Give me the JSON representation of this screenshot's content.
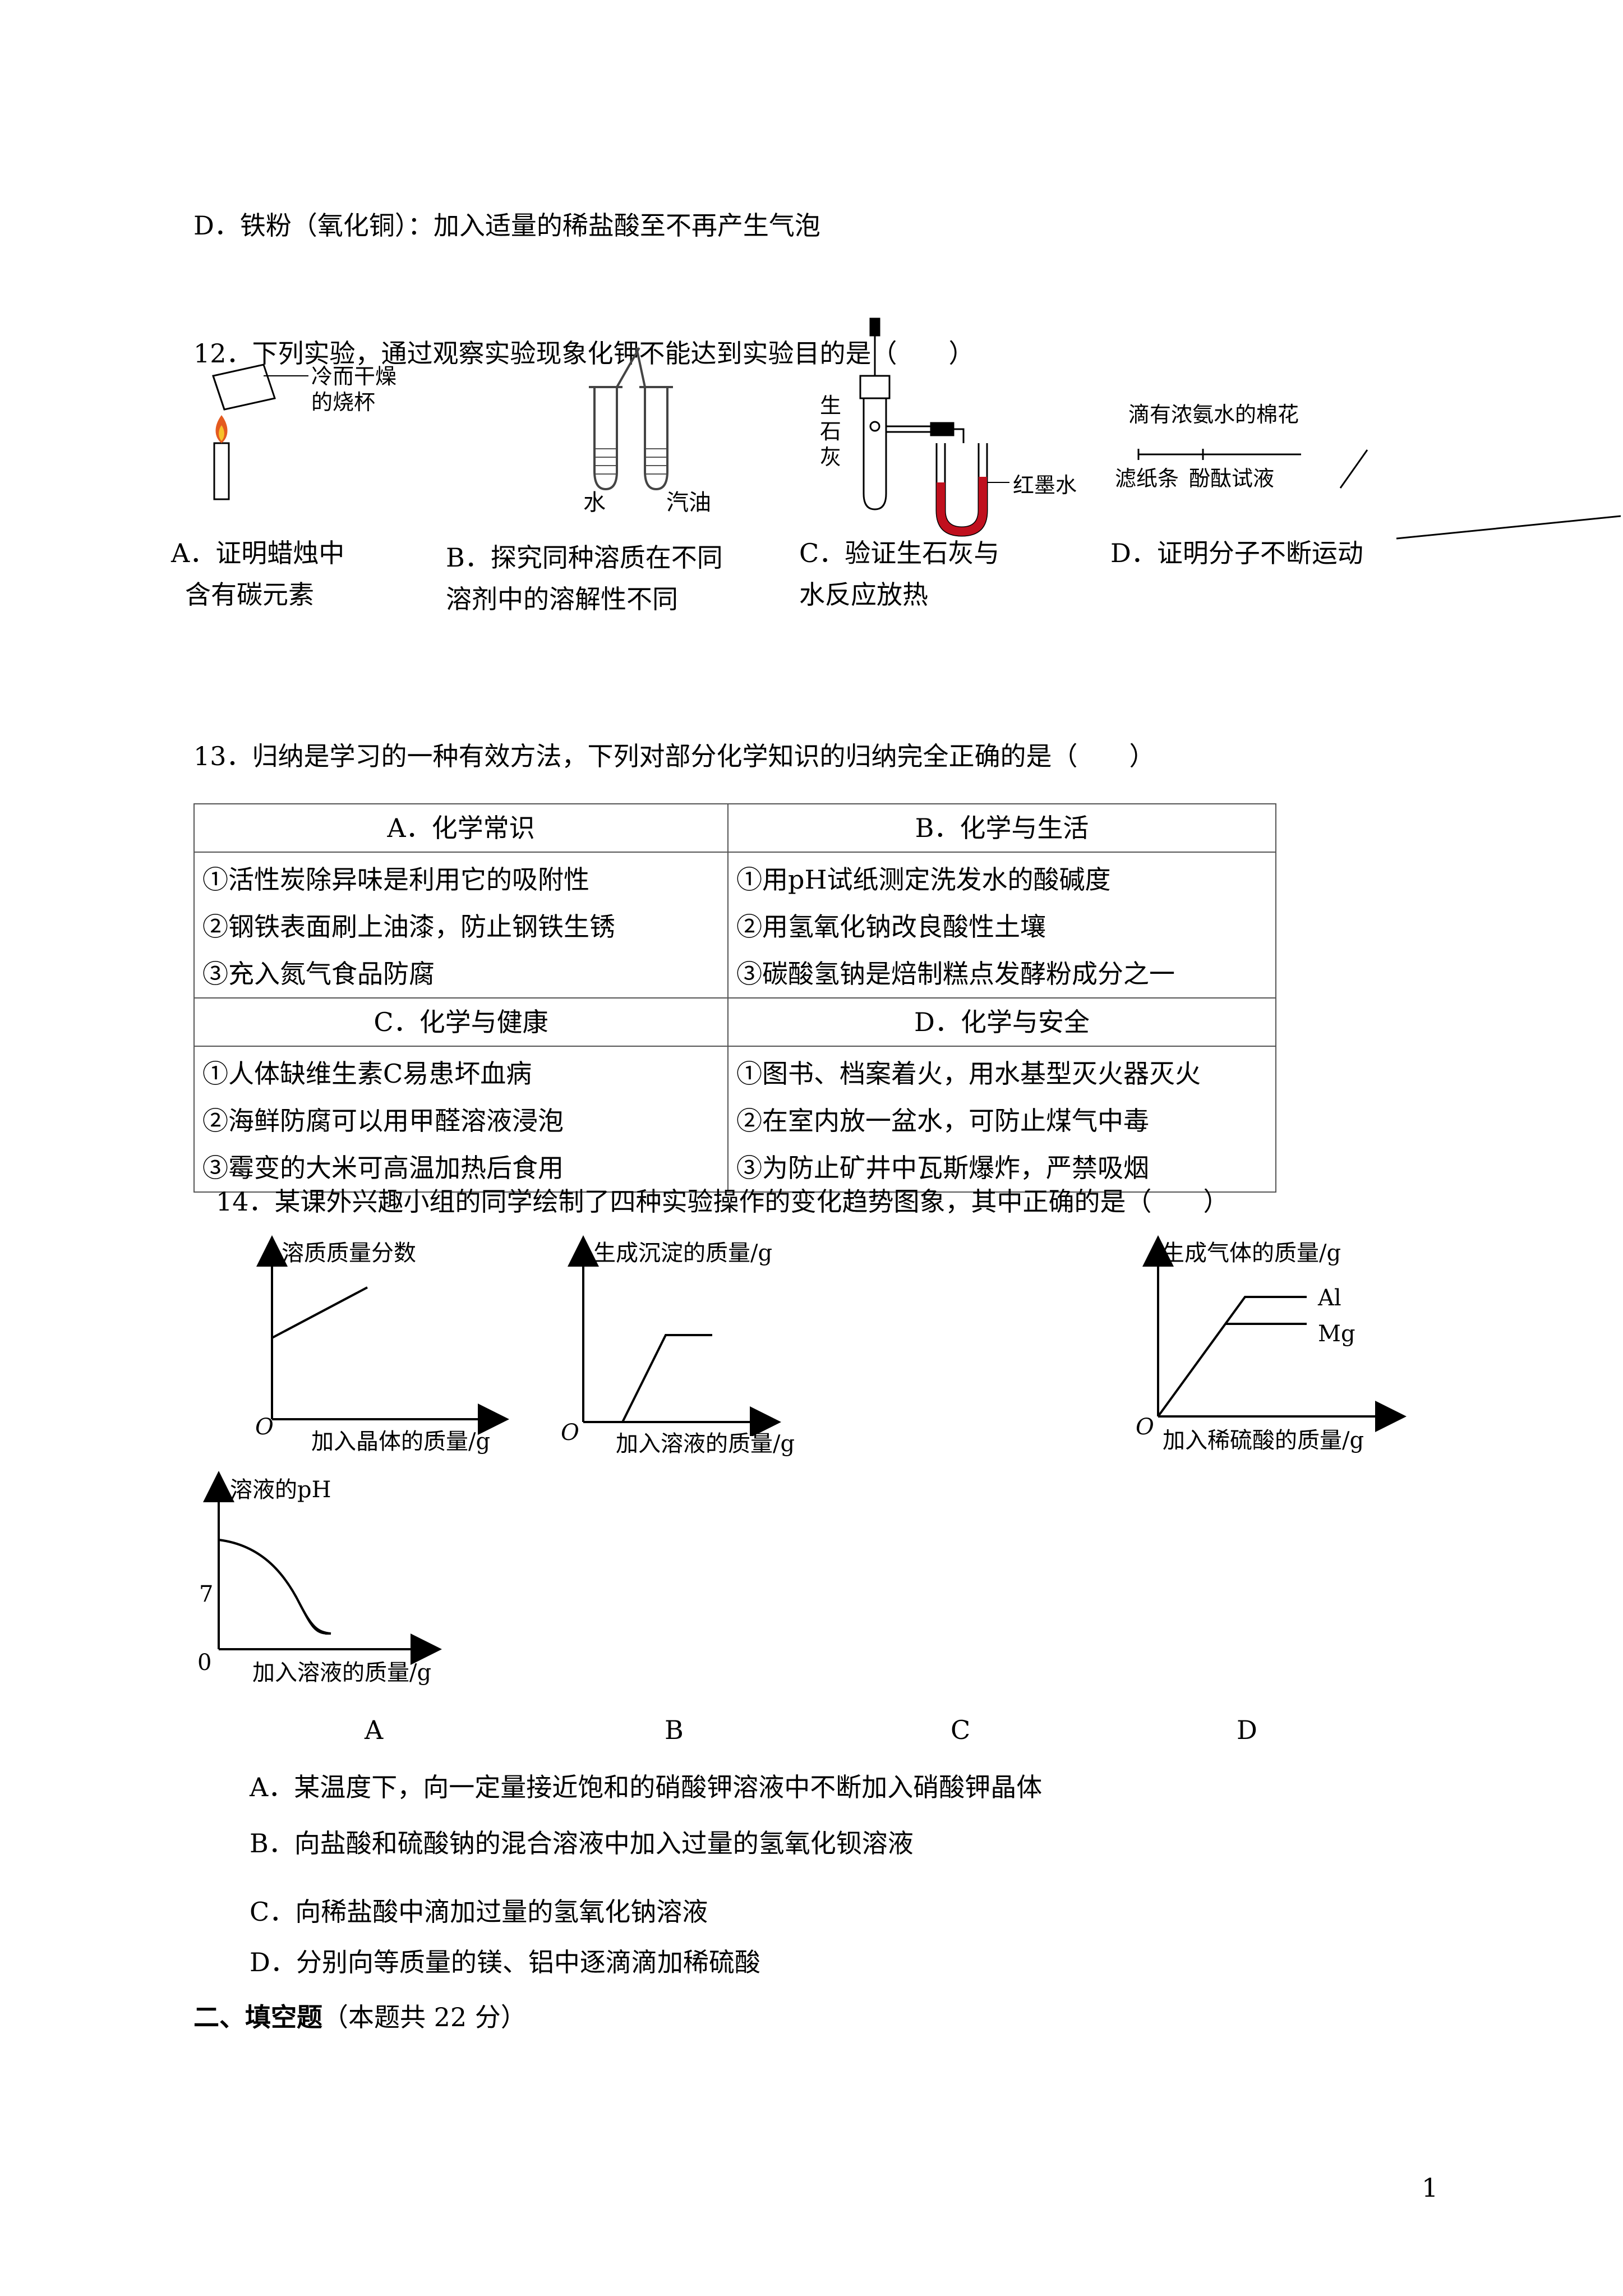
{
  "q11_option_d": "D．铁粉（氧化铜）：加入适量的稀盐酸至不再产生气泡",
  "q12": {
    "stem": "12．下列实验，通过观察实验现象化钾不能达到实验目的是（　　）",
    "img_a_label": [
      "冷而干燥",
      "的烧杯"
    ],
    "img_b_labels": [
      "水",
      "汽油"
    ],
    "img_c_labels": [
      "生",
      "石",
      "灰",
      "红墨水"
    ],
    "img_d_labels": [
      "滴有浓氨水的棉花",
      "滤纸条",
      "酚酞试液"
    ],
    "options": [
      {
        "line1": "A．证明蜡烛中",
        "line2": "含有碳元素"
      },
      {
        "line1": "B．探究同种溶质在不同",
        "line2": "溶剂中的溶解性不同"
      },
      {
        "line1": "C．验证生石灰与",
        "line2": "水反应放热"
      },
      {
        "line1": "D．证明分子不断运动",
        "line2": ""
      }
    ]
  },
  "q13": {
    "stem": "13．归纳是学习的一种有效方法，下列对部分化学知识的归纳完全正确的是（　　）",
    "cells": [
      {
        "title": "A．化学常识",
        "items": [
          "①活性炭除异味是利用它的吸附性",
          "②钢铁表面刷上油漆，防止钢铁生锈",
          "③充入氮气食品防腐"
        ]
      },
      {
        "title": "B．化学与生活",
        "items": [
          "①用pH试纸测定洗发水的酸碱度",
          "②用氢氧化钠改良酸性土壤",
          "③碳酸氢钠是焙制糕点发酵粉成分之一"
        ]
      },
      {
        "title": "C．化学与健康",
        "items": [
          "①人体缺维生素C易患坏血病",
          "②海鲜防腐可以用甲醛溶液浸泡",
          "③霉变的大米可高温加热后食用"
        ]
      },
      {
        "title": "D．化学与安全",
        "items": [
          "①图书、档案着火，用水基型灭火器灭火",
          "②在室内放一盆水，可防止煤气中毒",
          "③为防止矿井中瓦斯爆炸，严禁吸烟"
        ]
      }
    ]
  },
  "q14": {
    "stem": "14．某课外兴趣小组的同学绘制了四种实验操作的变化趋势图象，其中正确的是（　　）",
    "graph_a": {
      "ylabel": "溶质质量分数",
      "xlabel": "加入晶体的质量/g",
      "origin": "O"
    },
    "graph_b": {
      "ylabel": "生成沉淀的质量/g",
      "xlabel": "加入溶液的质量/g",
      "origin": "O"
    },
    "graph_c": {
      "ylabel": "生成气体的质量/g",
      "xlabel": "加入稀硫酸的质量/g",
      "origin": "O",
      "series": [
        "Al",
        "Mg"
      ]
    },
    "graph_d": {
      "ylabel": "溶液的pH",
      "xlabel": "加入溶液的质量/g",
      "origin": "0",
      "tick": "7"
    },
    "letters": [
      "A",
      "B",
      "C",
      "D"
    ],
    "options": [
      "A．某温度下，向一定量接近饱和的硝酸钾溶液中不断加入硝酸钾晶体",
      "B．向盐酸和硫酸钠的混合溶液中加入过量的氢氧化钡溶液",
      "C．向稀盐酸中滴加过量的氢氧化钠溶液",
      "D．分别向等质量的镁、铝中逐滴滴加稀硫酸"
    ]
  },
  "section2": {
    "bold": "二、填空题",
    "rest": "（本题共 22 分）"
  },
  "page_number": "1"
}
